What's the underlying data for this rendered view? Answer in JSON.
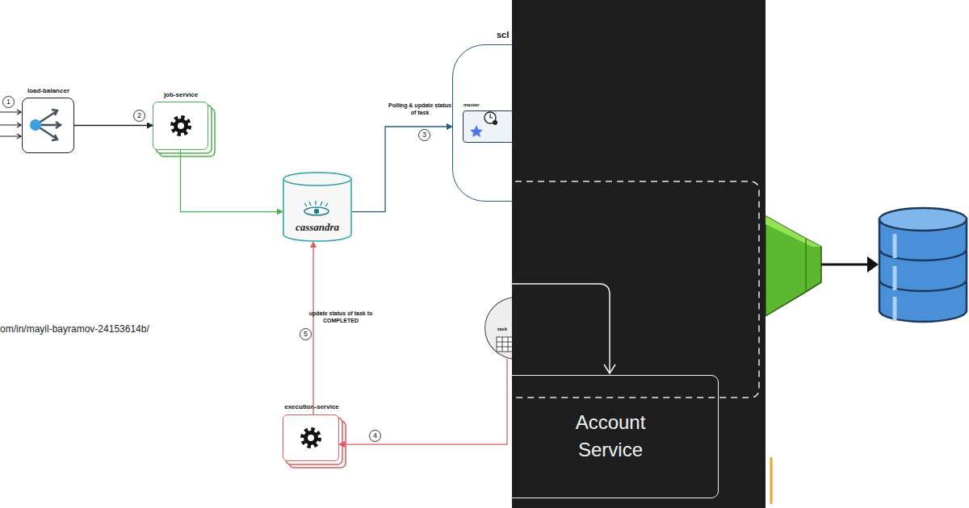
{
  "diagram": {
    "nodes": [
      {
        "text": [
          "load-balancer"
        ]
      },
      {
        "text": [
          "job-service"
        ]
      },
      {
        "text": [
          "scl"
        ]
      },
      {
        "text": [
          "master"
        ],
        "in": 2
      },
      {
        "text": [
          "cassandra"
        ]
      },
      {
        "text": [
          "task"
        ]
      },
      {
        "text": [
          "execution-service"
        ]
      },
      {
        "text": [
          "Account Service"
        ]
      }
    ],
    "edges": [
      {
        "from": 0,
        "to": 1,
        "arrow": "to"
      },
      {
        "from": 1,
        "to": 4,
        "arrow": "to"
      },
      {
        "from": 4,
        "to": 2,
        "label": "Polling & update status of task",
        "arrow": "to"
      },
      {
        "from": 5,
        "to": 6,
        "arrow": "to"
      },
      {
        "from": 6,
        "to": 4,
        "label": "update status of task to COMPLETED",
        "arrow": "to"
      }
    ],
    "labels": [
      "1",
      "2",
      "3",
      "4",
      "5",
      "om/in/mayil-bayramov-24153614b/"
    ]
  }
}
